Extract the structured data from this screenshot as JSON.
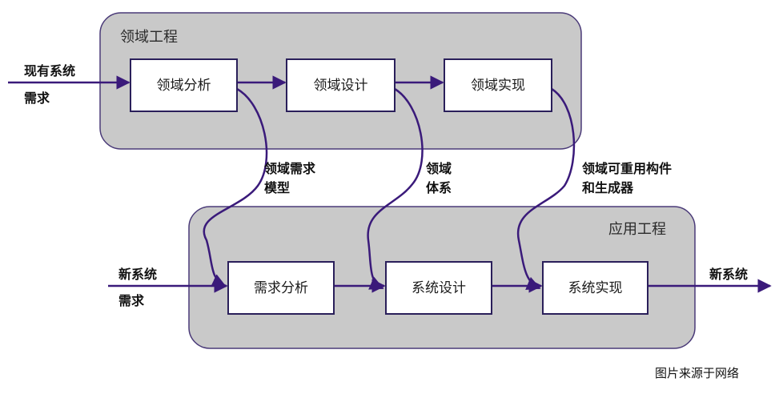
{
  "regions": {
    "domain_engineering": "领域工程",
    "application_engineering": "应用工程"
  },
  "domain_boxes": {
    "analysis": "领域分析",
    "design": "领域设计",
    "implementation": "领域实现"
  },
  "app_boxes": {
    "analysis": "需求分析",
    "design": "系统设计",
    "implementation": "系统实现"
  },
  "inputs": {
    "existing_system_line1": "现有系统",
    "existing_system_line2": "需求",
    "new_system_line1": "新系统",
    "new_system_line2": "需求",
    "output": "新系统"
  },
  "artifacts": {
    "requirements_model_line1": "领域需求",
    "requirements_model_line2": "模型",
    "architecture_line1": "领域",
    "architecture_line2": "体系",
    "reusable_line1": "领域可重用构件",
    "reusable_line2": "和生成器"
  },
  "credit": "图片来源于网络"
}
